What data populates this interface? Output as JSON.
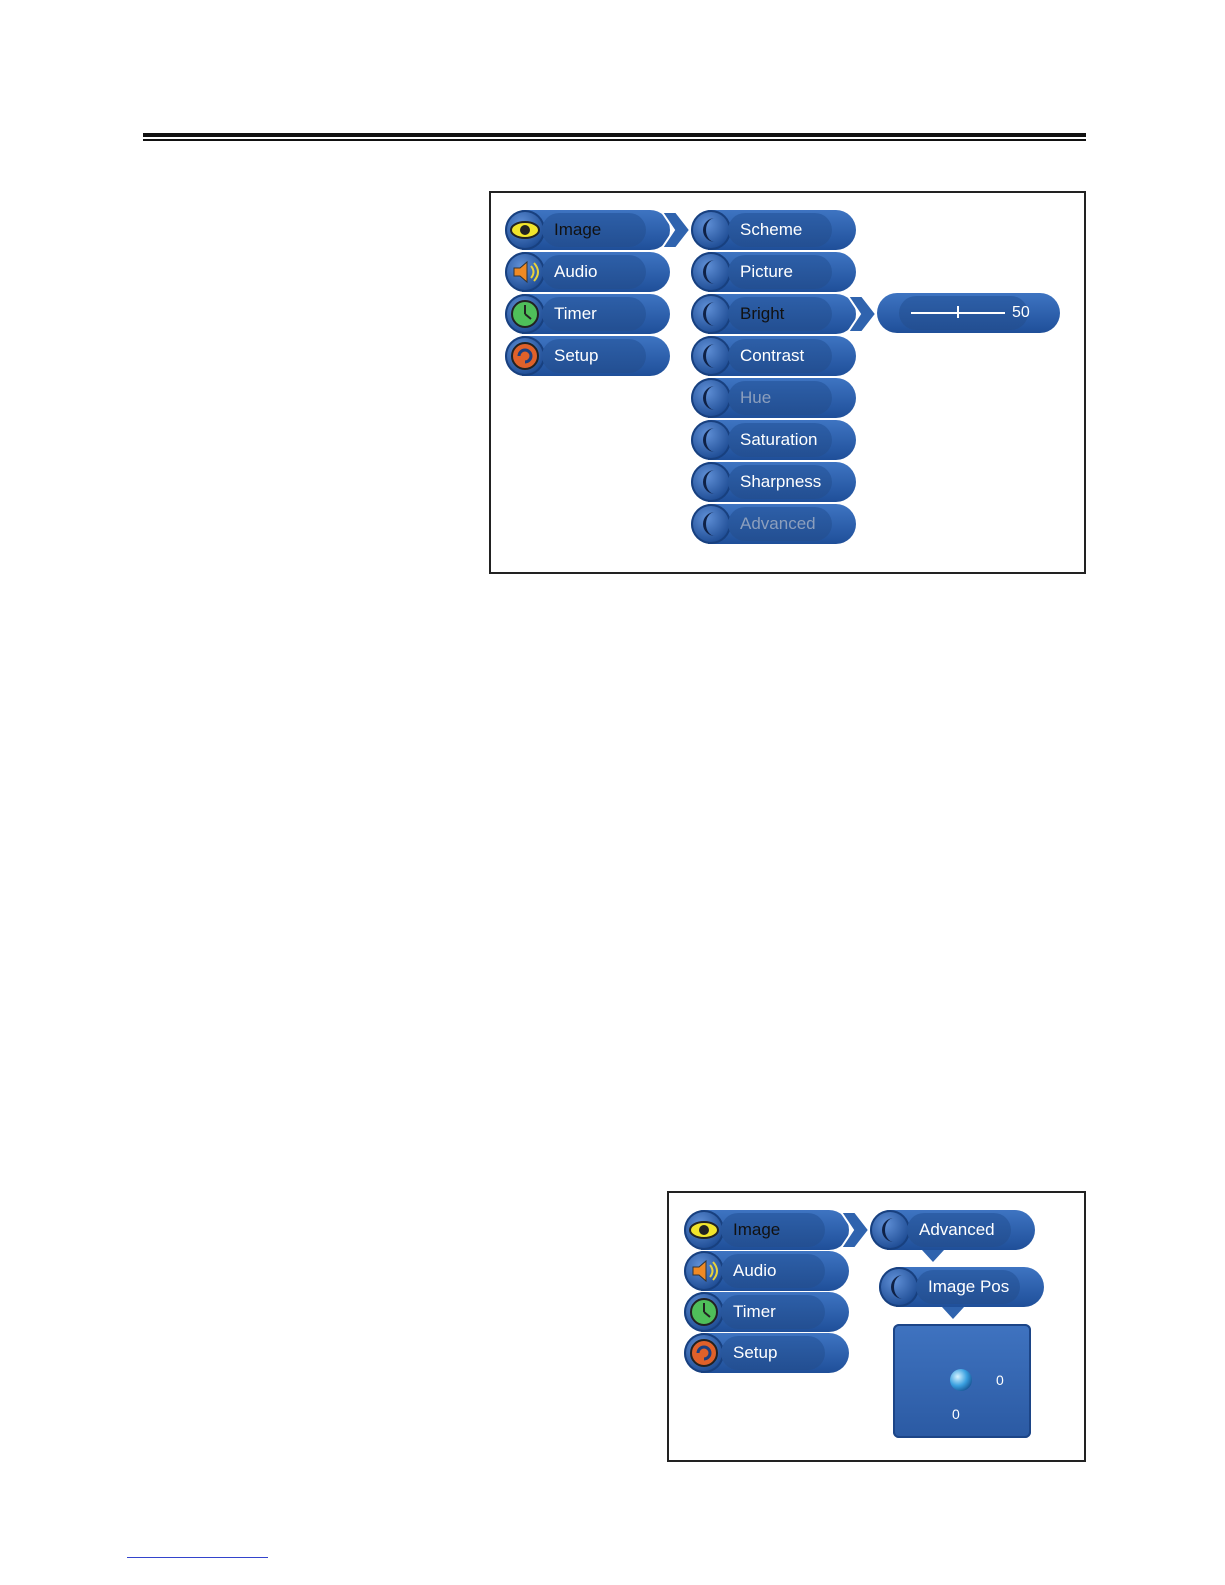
{
  "menu1": {
    "main_items": [
      {
        "label": "Image",
        "icon": "eye-icon"
      },
      {
        "label": "Audio",
        "icon": "speaker-icon"
      },
      {
        "label": "Timer",
        "icon": "clock-icon"
      },
      {
        "label": "Setup",
        "icon": "setup-icon"
      }
    ],
    "sub_items": [
      {
        "label": "Scheme",
        "state": "normal"
      },
      {
        "label": "Picture",
        "state": "normal"
      },
      {
        "label": "Bright",
        "state": "selected"
      },
      {
        "label": "Contrast",
        "state": "normal"
      },
      {
        "label": "Hue",
        "state": "disabled"
      },
      {
        "label": "Saturation",
        "state": "normal"
      },
      {
        "label": "Sharpness",
        "state": "normal"
      },
      {
        "label": "Advanced",
        "state": "disabled"
      }
    ],
    "bright_value": "50",
    "bright_level_fraction": 0.5
  },
  "menu2": {
    "main_items": [
      {
        "label": "Image",
        "icon": "eye-icon"
      },
      {
        "label": "Audio",
        "icon": "speaker-icon"
      },
      {
        "label": "Timer",
        "icon": "clock-icon"
      },
      {
        "label": "Setup",
        "icon": "setup-icon"
      }
    ],
    "advanced_label": "Advanced",
    "image_pos_label": "Image Pos",
    "image_pos_h": "0",
    "image_pos_v": "0"
  },
  "colors": {
    "menu_blue": "#2f63ae",
    "selected_text": "#111111",
    "disabled_text": "#8c9fbd"
  }
}
